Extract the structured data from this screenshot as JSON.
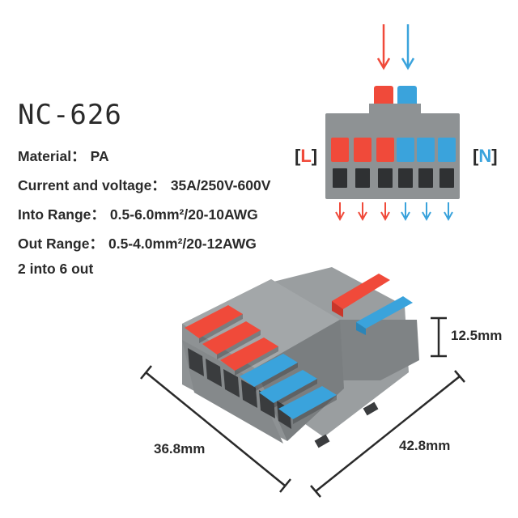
{
  "product": {
    "model": "NC-626"
  },
  "specs": [
    {
      "label": "Material：",
      "value": "PA"
    },
    {
      "label": "Current and voltage：",
      "value": "35A/250V-600V"
    },
    {
      "label": "Into Range：",
      "value": "0.5-6.0mm²/20-10AWG"
    },
    {
      "label": "Out Range：",
      "value": "0.5-4.0mm²/20-12AWG"
    },
    {
      "label": "",
      "value": "2 into 6 out"
    }
  ],
  "markers": {
    "live": "L",
    "neutral": "N",
    "open": "[",
    "close": "]"
  },
  "dimensions": {
    "height": "12.5mm",
    "width": "36.8mm",
    "depth": "42.8mm"
  },
  "colors": {
    "live": "#f04a3a",
    "neutral": "#3aa3dc",
    "housing": "#8e9294",
    "dark": "#2a2a2a"
  }
}
